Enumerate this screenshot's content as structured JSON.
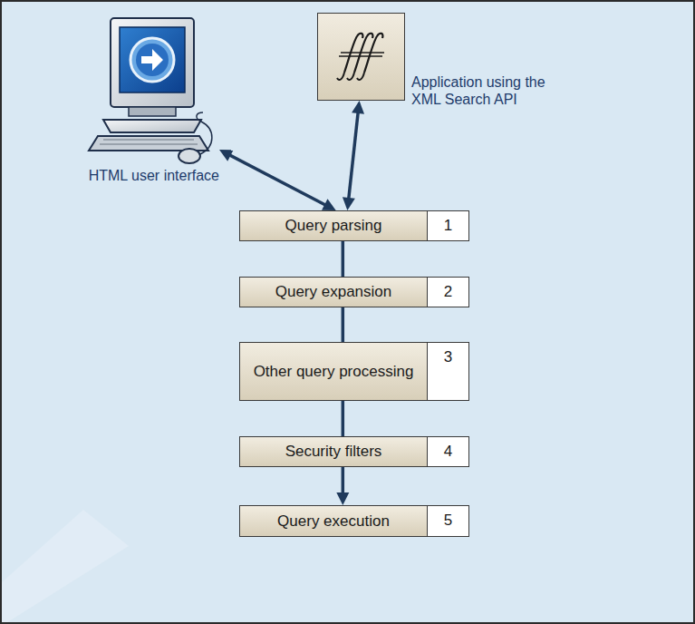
{
  "diagram": {
    "nodes": [
      {
        "text": [
          "HTML user interface"
        ]
      },
      {
        "text": [
          "Application using the XML Search API"
        ]
      },
      {
        "text": [
          "Query parsing",
          "1"
        ]
      },
      {
        "text": [
          "Query expansion",
          "2"
        ]
      },
      {
        "text": [
          "Other query processing",
          "3"
        ]
      },
      {
        "text": [
          "Security filters",
          "4"
        ]
      },
      {
        "text": [
          "Query execution",
          "5"
        ]
      }
    ],
    "edges": [
      {
        "from": 0,
        "to": 2,
        "arrow": "both"
      },
      {
        "from": 1,
        "to": 2,
        "arrow": "both"
      },
      {
        "from": 2,
        "to": 3,
        "arrow": "none"
      },
      {
        "from": 3,
        "to": 4,
        "arrow": "none"
      },
      {
        "from": 4,
        "to": 5,
        "arrow": "none"
      },
      {
        "from": 5,
        "to": 6,
        "arrow": "to"
      }
    ]
  }
}
